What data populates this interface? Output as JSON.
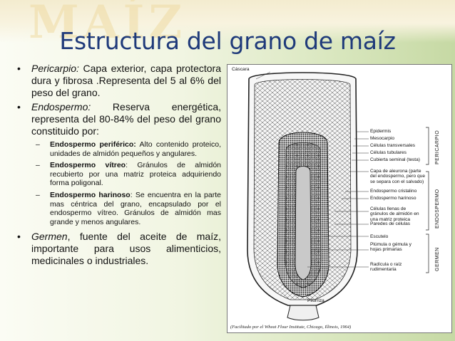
{
  "watermark": "MAÍZ",
  "title": "Estructura del grano de maíz",
  "bullets": {
    "pericarpio": {
      "term": "Pericarpio:",
      "text": " Capa exterior, capa protectora dura y fibrosa .Representa del 5 al 6% del peso del grano."
    },
    "endospermo": {
      "term": "Endospermo:",
      "text": " Reserva energética, representa del 80-84% del peso del grano constituido por:"
    },
    "germen": {
      "term": "Germen",
      "text": ", fuente del aceite de maíz, importante para usos alimenticios, medicinales o industriales."
    }
  },
  "subitems": {
    "periferico": {
      "term": "Endospermo periférico:",
      "text": " Alto contenido proteico, unidades de almidón pequeños y angulares."
    },
    "vitreo": {
      "term": "Endospermo vítreo",
      "text": ": Gránulos de almidón recubierto por una matriz proteica adquiriendo forma poligonal."
    },
    "harinoso": {
      "term": "Endospermo harinoso",
      "text": ": Se encuentra en la parte mas céntrica del grano, encapsulado por el endospermo vítreo. Gránulos de almidón mas grande y menos angulares."
    }
  },
  "figure": {
    "cascara": "Cáscara",
    "pilorriza": "Pilorriza",
    "caption": "(Facilitado por el Wheat Flour Institute, Chicago, Illinois, 1964)",
    "labels": {
      "epidermis": "Epidermis",
      "mesocarpio": "Mesocarpio",
      "transversales": "Células transversales",
      "tubulares": "Células tubulares",
      "seminal": "Cubierta seminal (testa)",
      "aleurona": "Capa de aleurona (parte del endospermo, pero que se separa con el salvado)",
      "cristalino": "Endospermo cristalino",
      "harinoso": "Endospermo harinoso",
      "llenas": "Células llenas de gránulos de almidón en una matriz proteica",
      "paredes": "Paredes de células",
      "escutelo": "Escutelo",
      "plumula": "Plúmula o gémula y hojas primarias",
      "radicula": "Radícula o raíz rudimentaria"
    },
    "side_labels": {
      "pericarpio": "PERICARPIO",
      "endospermo": "ENDOSPERMO",
      "germen": "GERMEN"
    }
  }
}
